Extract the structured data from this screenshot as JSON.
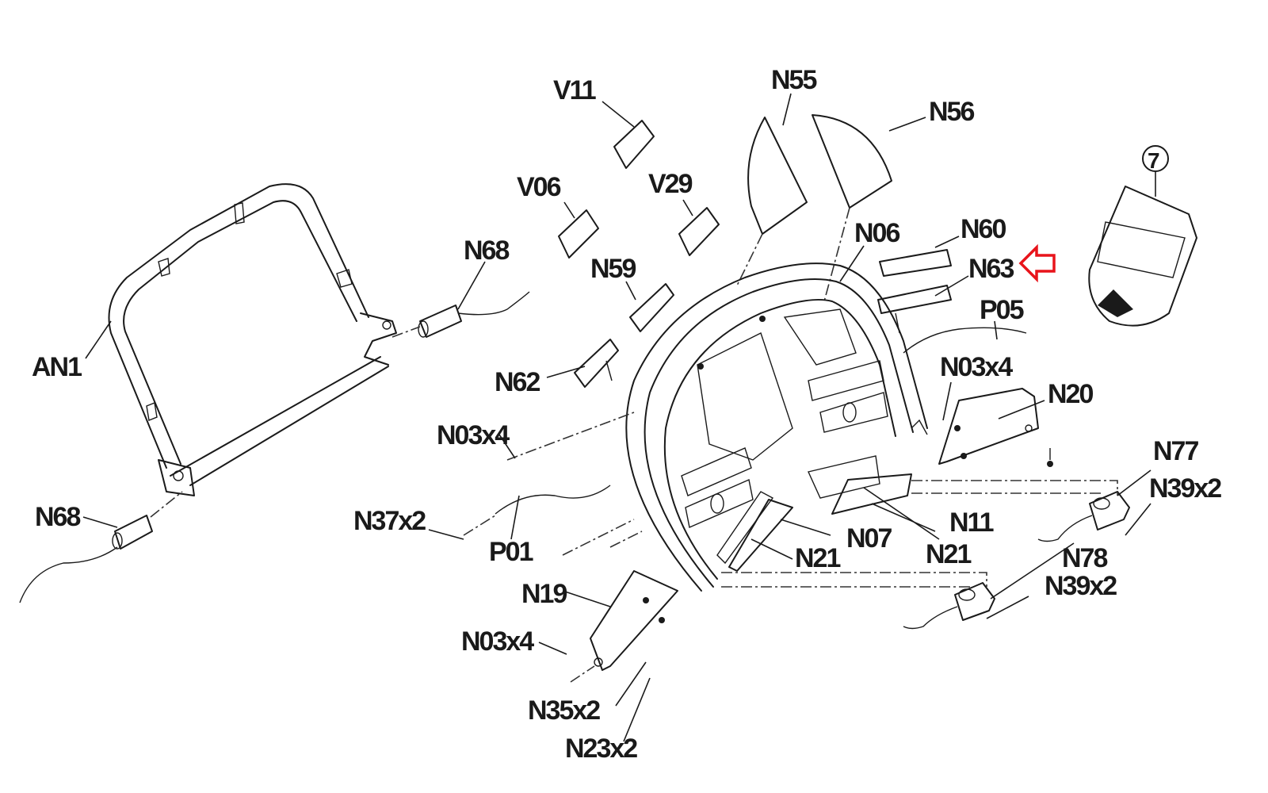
{
  "diagram": {
    "type": "exploded-parts-diagram",
    "subject": "treadmill console assembly",
    "highlight": {
      "label": "N63",
      "indicator": "red-outline-arrow",
      "color": "#e8141b"
    },
    "assembly_callout": "7",
    "labels": {
      "AN1": "AN1",
      "N68_top": "N68",
      "N68_bottom": "N68",
      "V11": "V11",
      "V06": "V06",
      "V29": "V29",
      "N59": "N59",
      "N62": "N62",
      "N55": "N55",
      "N56": "N56",
      "N06": "N06",
      "N60": "N60",
      "N63": "N63",
      "P05": "P05",
      "N03x4_right": "N03x4",
      "N20": "N20",
      "N03x4_left": "N03x4",
      "N37x2": "N37x2",
      "P01": "P01",
      "N19": "N19",
      "N03x4_bottom": "N03x4",
      "N35x2": "N35x2",
      "N23x2": "N23x2",
      "N07": "N07",
      "N21_left": "N21",
      "N11": "N11",
      "N21_right": "N21",
      "N77": "N77",
      "N39x2_top": "N39x2",
      "N78": "N78",
      "N39x2_bottom": "N39x2"
    }
  }
}
